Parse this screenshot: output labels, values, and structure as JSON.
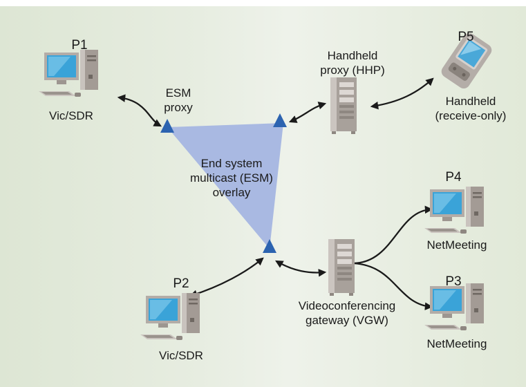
{
  "colors": {
    "background": "#e7ede1",
    "overlay_fill": "#a9b9e2",
    "triangle_marker": "#2c63b0",
    "connector": "#1a1a1a",
    "device_gray": "#a9a29c",
    "monitor_screen": "#3aa3d8"
  },
  "nodes": {
    "p1": {
      "id": "P1",
      "caption": "Vic/SDR",
      "icon": "desktop-computer-icon"
    },
    "p2": {
      "id": "P2",
      "caption": "Vic/SDR",
      "icon": "desktop-computer-icon"
    },
    "p3": {
      "id": "P3",
      "caption": "NetMeeting",
      "icon": "desktop-computer-icon"
    },
    "p4": {
      "id": "P4",
      "caption": "NetMeeting",
      "icon": "desktop-computer-icon"
    },
    "p5": {
      "id": "P5",
      "caption_line1": "Handheld",
      "caption_line2": "(receive-only)",
      "icon": "handheld-device-icon"
    }
  },
  "esm_proxy": {
    "line1": "ESM",
    "line2": "proxy"
  },
  "handheld_proxy": {
    "line1": "Handheld",
    "line2": "proxy (HHP)",
    "icon": "server-tower-icon"
  },
  "overlay": {
    "line1": "End system",
    "line2": "multicast (ESM)",
    "line3": "overlay"
  },
  "gateway": {
    "line1": "Videoconferencing",
    "line2": "gateway (VGW)",
    "icon": "server-tower-icon"
  }
}
